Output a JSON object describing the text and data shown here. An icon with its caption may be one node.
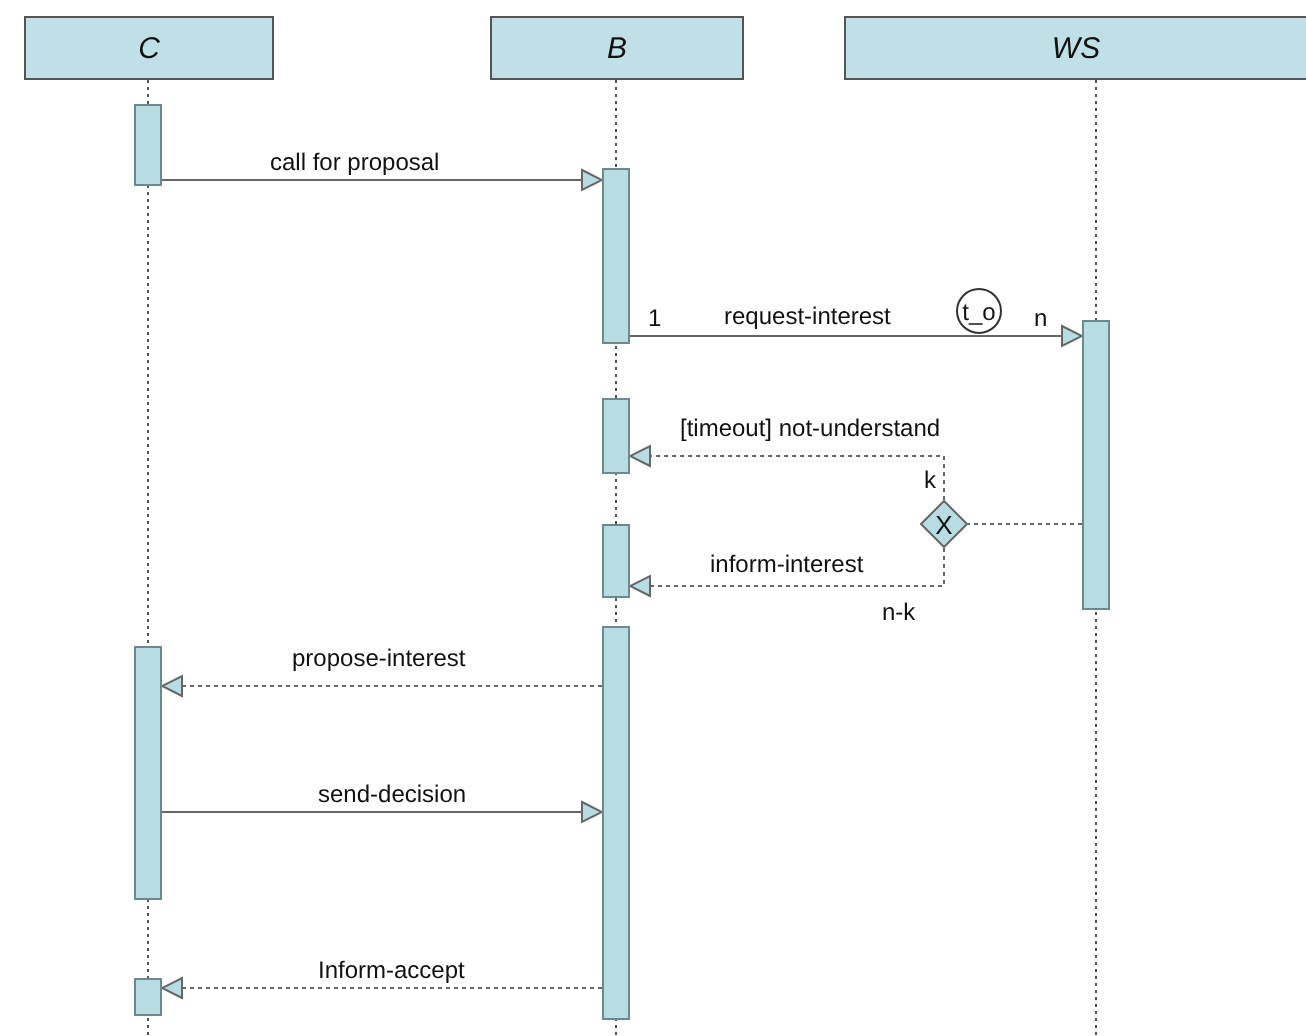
{
  "diagram": {
    "nodes": [
      {
        "text": [
          "C"
        ]
      },
      {
        "text": [
          "B"
        ]
      },
      {
        "text": [
          "WS"
        ]
      },
      {
        "text": [],
        "shape": "bar"
      },
      {
        "text": [],
        "shape": "bar"
      },
      {
        "text": [],
        "shape": "bar"
      },
      {
        "text": [],
        "shape": "bar"
      },
      {
        "text": [],
        "shape": "bar"
      },
      {
        "text": [],
        "shape": "bar"
      },
      {
        "text": [],
        "shape": "bar"
      },
      {
        "text": [],
        "shape": "bar"
      },
      {
        "text": [
          "X"
        ]
      },
      {
        "text": [
          "t_o"
        ]
      }
    ],
    "edges": [
      {
        "from": 3,
        "to": 4,
        "arrow": "to",
        "label": "call for proposal"
      },
      {
        "from": 4,
        "to": 5,
        "arrow": "to",
        "label": "request-interest"
      },
      {
        "from": 5,
        "to": 11,
        "arrow": "none",
        "style": "dashed"
      },
      {
        "from": 11,
        "to": 6,
        "arrow": "to",
        "label": "[timeout] not-understand",
        "style": "dashed"
      },
      {
        "from": 11,
        "to": 7,
        "arrow": "to",
        "label": "inform-interest",
        "style": "dashed"
      },
      {
        "from": 8,
        "to": 9,
        "arrow": "to",
        "label": "propose-interest",
        "style": "dashed"
      },
      {
        "from": 9,
        "to": 8,
        "arrow": "to",
        "label": "send-decision"
      },
      {
        "from": 8,
        "to": 10,
        "arrow": "to",
        "label": "Inform-accept",
        "style": "dashed"
      }
    ],
    "labels": [
      "1",
      "n",
      "k",
      "n-k"
    ]
  }
}
